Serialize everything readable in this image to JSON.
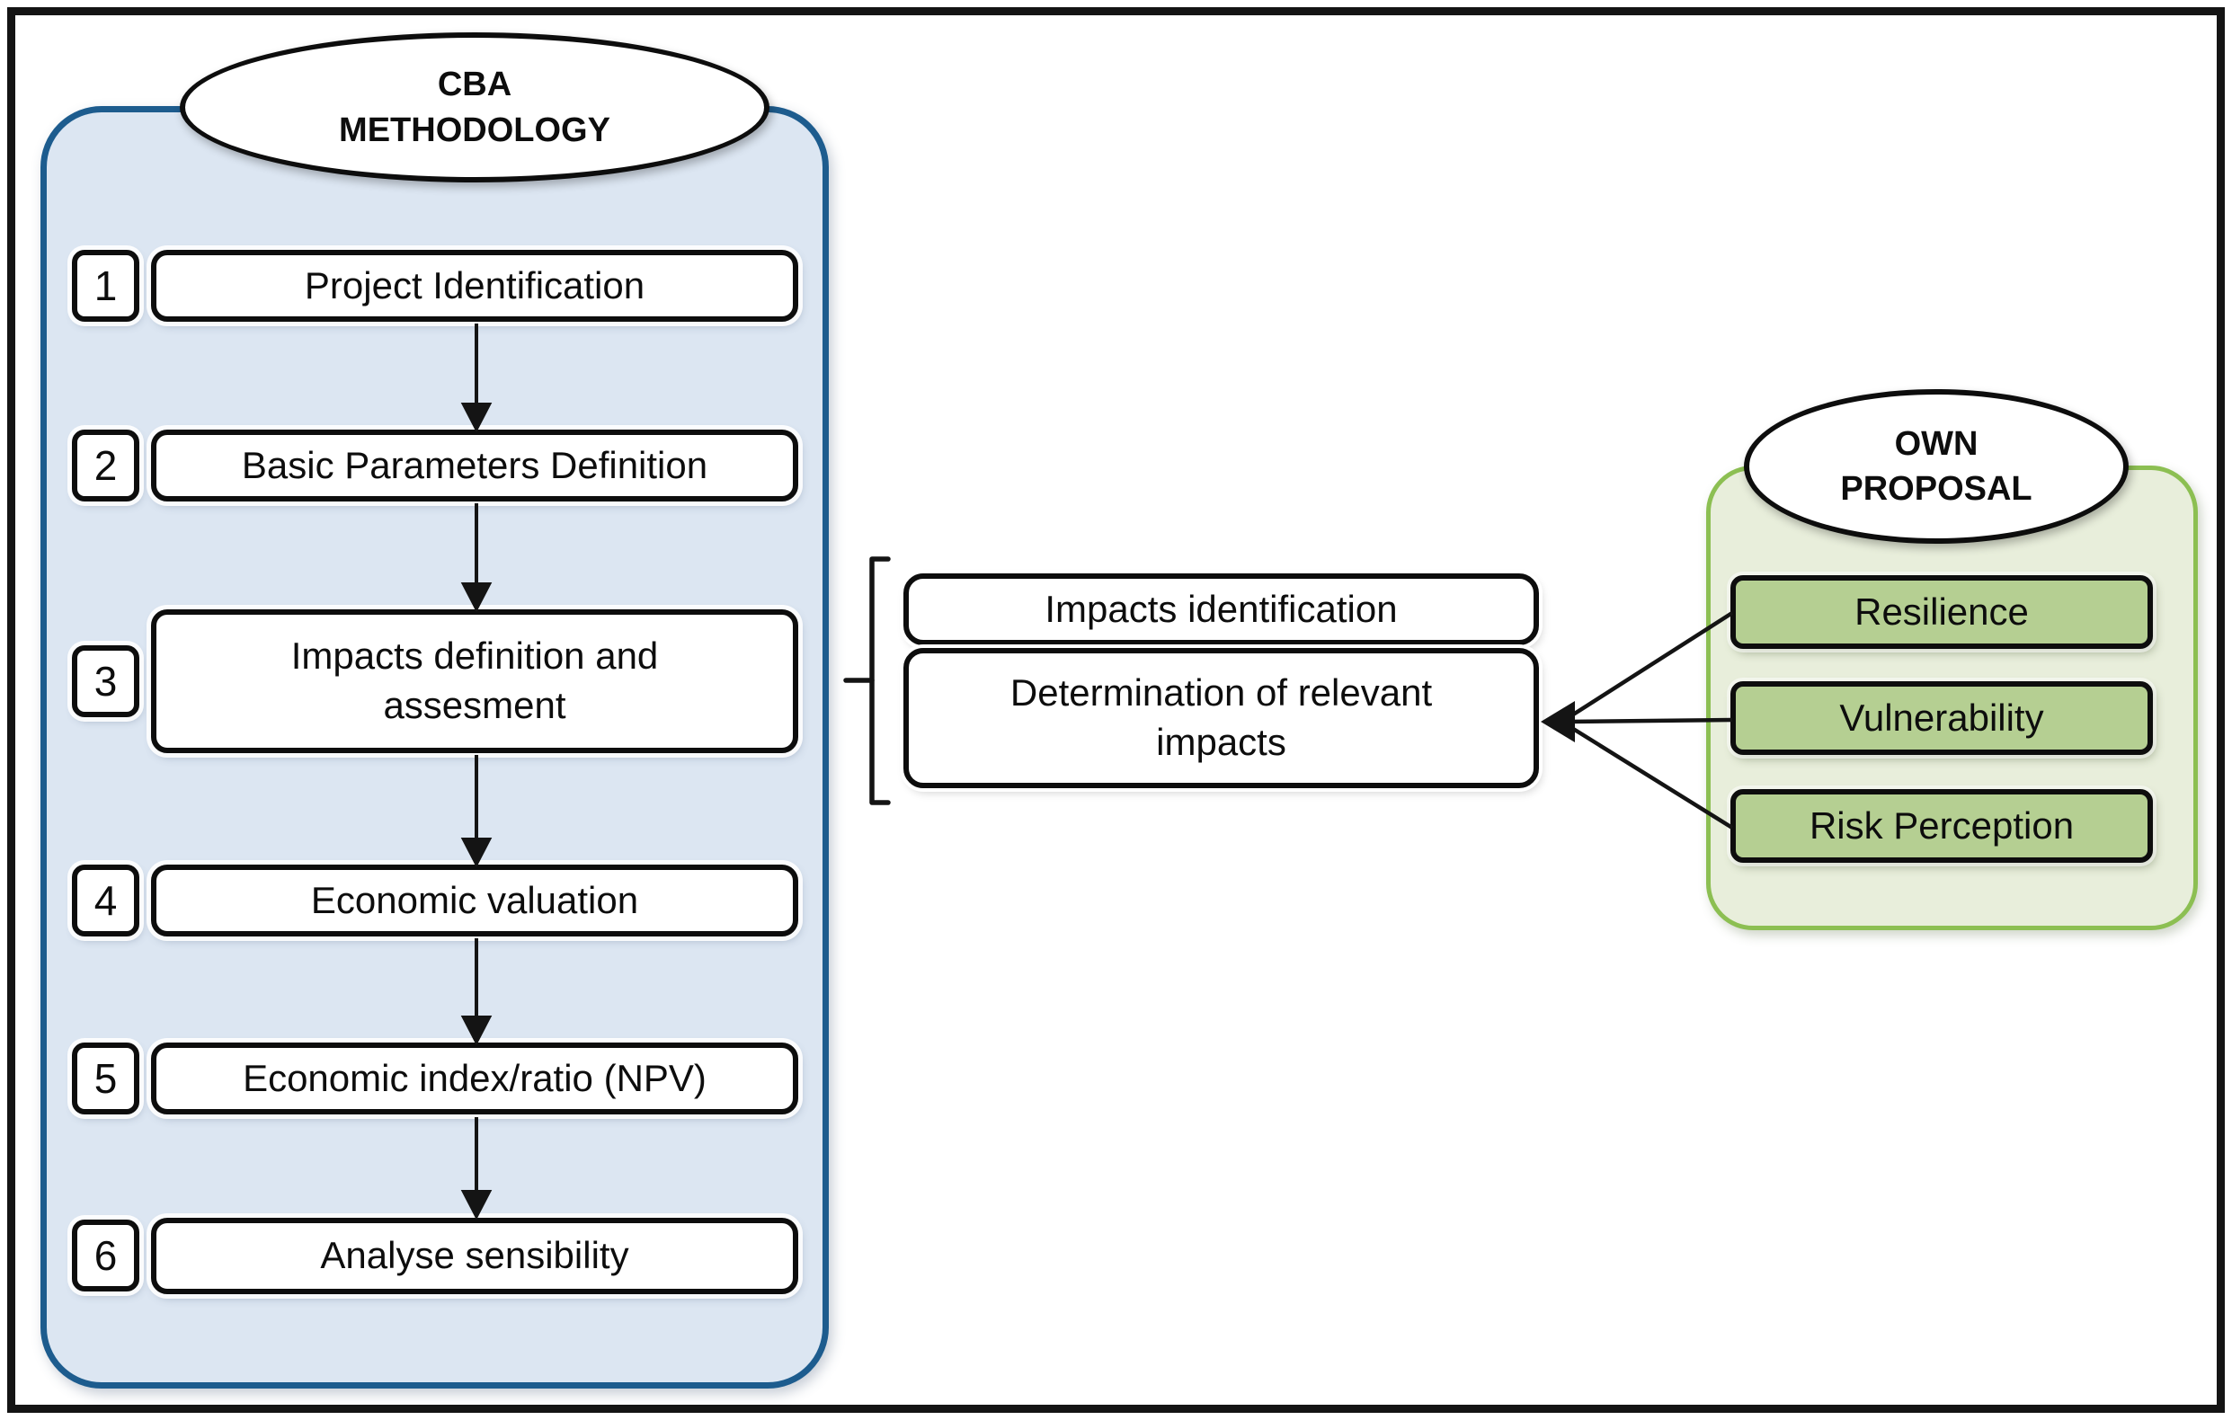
{
  "cba": {
    "title": [
      "CBA",
      "METHODOLOGY"
    ],
    "steps": [
      {
        "num": "1",
        "label": "Project Identification"
      },
      {
        "num": "2",
        "label": "Basic Parameters Definition"
      },
      {
        "num": "3",
        "label": "Impacts definition and assesment"
      },
      {
        "num": "4",
        "label": "Economic valuation"
      },
      {
        "num": "5",
        "label": "Economic index/ratio (NPV)"
      },
      {
        "num": "6",
        "label": "Analyse sensibility"
      }
    ]
  },
  "middle": {
    "impacts_identification": "Impacts identification",
    "determination": "Determination of relevant impacts"
  },
  "proposal": {
    "title": [
      "OWN",
      "PROPOSAL"
    ],
    "items": [
      "Resilience",
      "Vulnerability",
      "Risk Perception"
    ]
  },
  "colors": {
    "blue-fill": "#dce6f2",
    "blue-border": "#1d5c8e",
    "green-fill": "#e8eedb",
    "green-border": "#8cbf52",
    "greenbox-fill": "#b5cf92",
    "ink": "#0d0d0d",
    "bg": "#ffffff"
  }
}
